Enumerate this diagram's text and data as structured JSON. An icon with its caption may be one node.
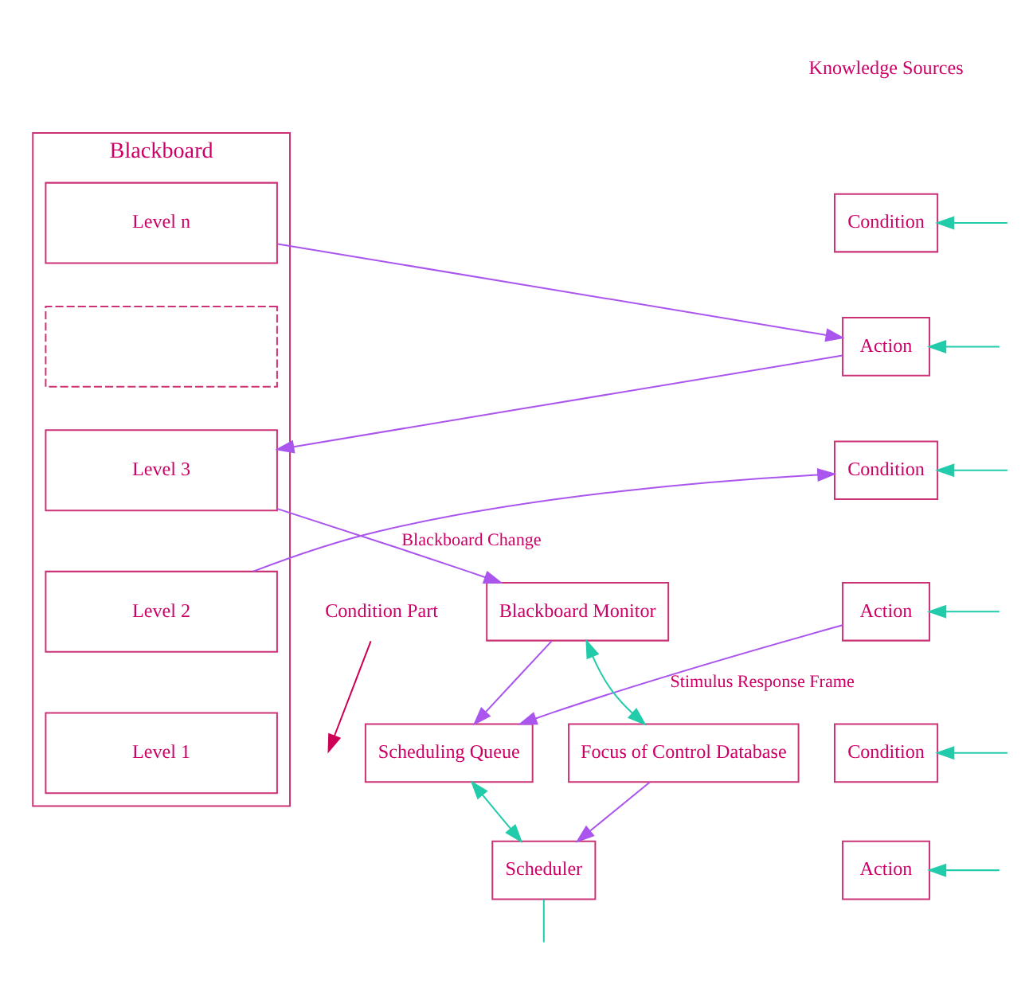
{
  "diagram": {
    "nodes": [
      {
        "text": [
          "Blackboard"
        ]
      },
      {
        "text": [
          "Level n"
        ],
        "in": 0
      },
      {
        "text": [],
        "shape": "box",
        "in": 0
      },
      {
        "text": [
          "Level 3"
        ],
        "in": 0
      },
      {
        "text": [
          "Level 2"
        ],
        "in": 0
      },
      {
        "text": [
          "Level 1"
        ],
        "in": 0
      },
      {
        "text": [
          "Condition"
        ]
      },
      {
        "text": [
          "Action"
        ]
      },
      {
        "text": [
          "Condition"
        ]
      },
      {
        "text": [
          "Action"
        ]
      },
      {
        "text": [
          "Condition"
        ]
      },
      {
        "text": [
          "Action"
        ]
      },
      {
        "text": [
          "Blackboard Monitor"
        ]
      },
      {
        "text": [
          "Scheduling Queue"
        ]
      },
      {
        "text": [
          "Focus of Control Database"
        ]
      },
      {
        "text": [
          "Scheduler"
        ]
      },
      {
        "text": [
          "Condition Part"
        ]
      }
    ],
    "edges": [
      {
        "from": 1,
        "to": 7,
        "arrow": "to",
        "color": "#aa55ee"
      },
      {
        "from": 7,
        "to": 3,
        "arrow": "to",
        "color": "#aa55ee"
      },
      {
        "from": 4,
        "to": 8,
        "arrow": "to",
        "color": "#aa55ee"
      },
      {
        "from": 3,
        "to": 12,
        "arrow": "to",
        "label": "Blackboard Change",
        "color": "#aa55ee"
      },
      {
        "from": 9,
        "to": 13,
        "arrow": "to",
        "label": "Stimulus Response Frame",
        "color": "#aa55ee"
      },
      {
        "from": 16,
        "to": null,
        "arrow": "to",
        "color": "#cc0055"
      },
      {
        "from": 12,
        "to": 13,
        "arrow": "to",
        "color": "#aa55ee"
      },
      {
        "from": 12,
        "to": 14,
        "arrow": "both"
      },
      {
        "from": 13,
        "to": 15,
        "arrow": "both"
      },
      {
        "from": 14,
        "to": 15,
        "arrow": "to",
        "color": "#aa55ee"
      },
      {
        "from": 15,
        "to": null,
        "arrow": "none"
      },
      {
        "from": null,
        "to": 6,
        "arrow": "to"
      },
      {
        "from": null,
        "to": 7,
        "arrow": "to"
      },
      {
        "from": null,
        "to": 8,
        "arrow": "to"
      },
      {
        "from": null,
        "to": 9,
        "arrow": "to"
      },
      {
        "from": null,
        "to": 10,
        "arrow": "to"
      },
      {
        "from": null,
        "to": 11,
        "arrow": "to"
      }
    ],
    "labels": [
      "Knowledge Sources"
    ]
  }
}
